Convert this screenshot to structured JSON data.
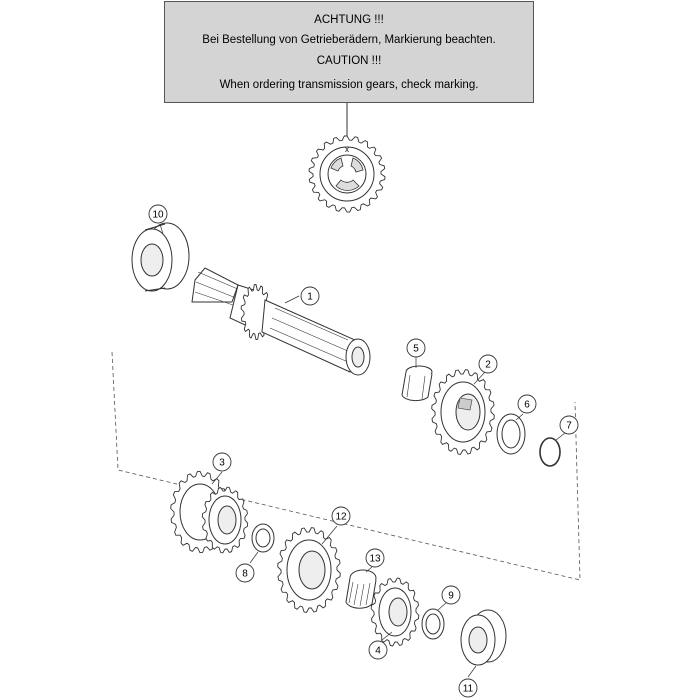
{
  "notice": {
    "de_heading": "ACHTUNG !!!",
    "de_text": "Bei Bestellung von Getrieberädern, Markierung beachten.",
    "en_heading": "CAUTION !!!",
    "en_text": "When ordering transmission gears, check marking.",
    "marking_letter": "x"
  },
  "parts": {
    "p1": "1",
    "p2": "2",
    "p3": "3",
    "p4": "4",
    "p5": "5",
    "p6": "6",
    "p7": "7",
    "p8": "8",
    "p9": "9",
    "p10": "10",
    "p11": "11",
    "p12": "12",
    "p13": "13"
  },
  "colors": {
    "line": "#333333",
    "fill": "#ffffff",
    "shade": "#e6e6e6",
    "box": "#d4d4d4"
  }
}
